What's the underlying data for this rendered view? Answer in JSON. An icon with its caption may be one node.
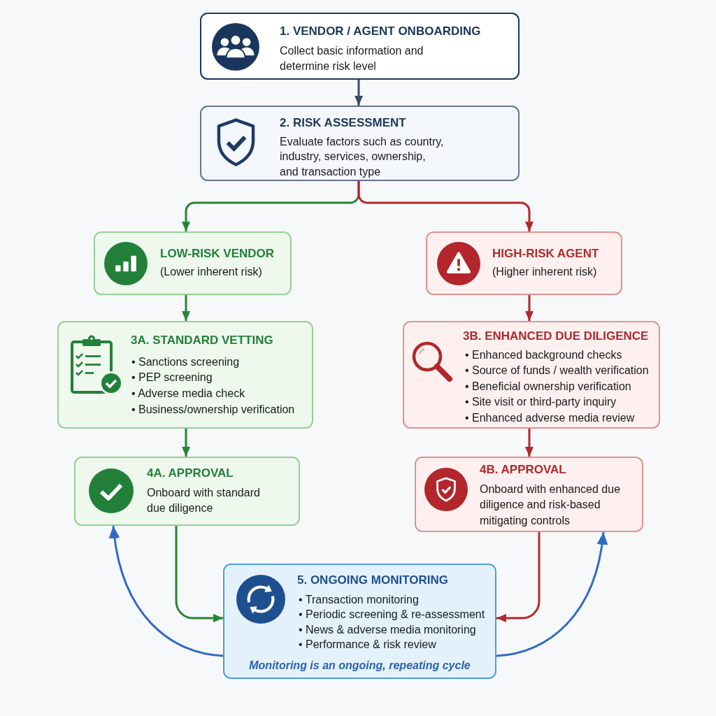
{
  "diagram": {
    "nodes": [
      {
        "text": [
          "1. VENDOR / AGENT ONBOARDING",
          "Collect basic information and determine risk level"
        ]
      },
      {
        "text": [
          "2. RISK ASSESSMENT",
          "Evaluate factors such as country, industry, services, ownership, and transaction type"
        ]
      },
      {
        "text": [
          "LOW-RISK VENDOR",
          "(Lower inherent risk)"
        ]
      },
      {
        "text": [
          "HIGH-RISK AGENT",
          "(Higher inherent risk)"
        ]
      },
      {
        "text": [
          "3A. STANDARD VETTING",
          "• Sanctions screening",
          "• PEP screening",
          "• Adverse media check",
          "• Business/ownership verification"
        ]
      },
      {
        "text": [
          "3B. ENHANCED DUE DILIGENCE",
          "• Enhanced background checks",
          "• Source of funds / wealth verification",
          "• Beneficial ownership verification",
          "• Site visit or third-party inquiry",
          "• Enhanced adverse media review"
        ]
      },
      {
        "text": [
          "4A. APPROVAL",
          "Onboard with standard due diligence"
        ]
      },
      {
        "text": [
          "4B. APPROVAL",
          "Onboard with enhanced due diligence and risk-based mitigating controls"
        ]
      },
      {
        "text": [
          "5. ONGOING MONITORING",
          "• Transaction monitoring",
          "• Periodic screening & re-assessment",
          "• News & adverse media monitoring",
          "• Performance & risk review",
          "Monitoring is an ongoing, repeating cycle"
        ]
      }
    ],
    "edges": [
      {
        "from": 0,
        "to": 1,
        "arrow": "to",
        "color": "#3a4b66"
      },
      {
        "from": 1,
        "to": 2,
        "arrow": "to",
        "color": "#238636"
      },
      {
        "from": 1,
        "to": 3,
        "arrow": "to",
        "color": "#b3272d"
      },
      {
        "from": 2,
        "to": 4,
        "arrow": "to",
        "color": "#238636"
      },
      {
        "from": 3,
        "to": 5,
        "arrow": "to",
        "color": "#b3272d"
      },
      {
        "from": 4,
        "to": 6,
        "arrow": "to",
        "color": "#238636"
      },
      {
        "from": 5,
        "to": 7,
        "arrow": "to",
        "color": "#b3272d"
      },
      {
        "from": 6,
        "to": 8,
        "arrow": "to",
        "color": "#238636"
      },
      {
        "from": 7,
        "to": 8,
        "arrow": "to",
        "color": "#b3272d"
      },
      {
        "from": 8,
        "to": 6,
        "arrow": "to",
        "color": "#2f6cc4"
      },
      {
        "from": 8,
        "to": 7,
        "arrow": "to",
        "color": "#2f6cc4"
      }
    ]
  }
}
